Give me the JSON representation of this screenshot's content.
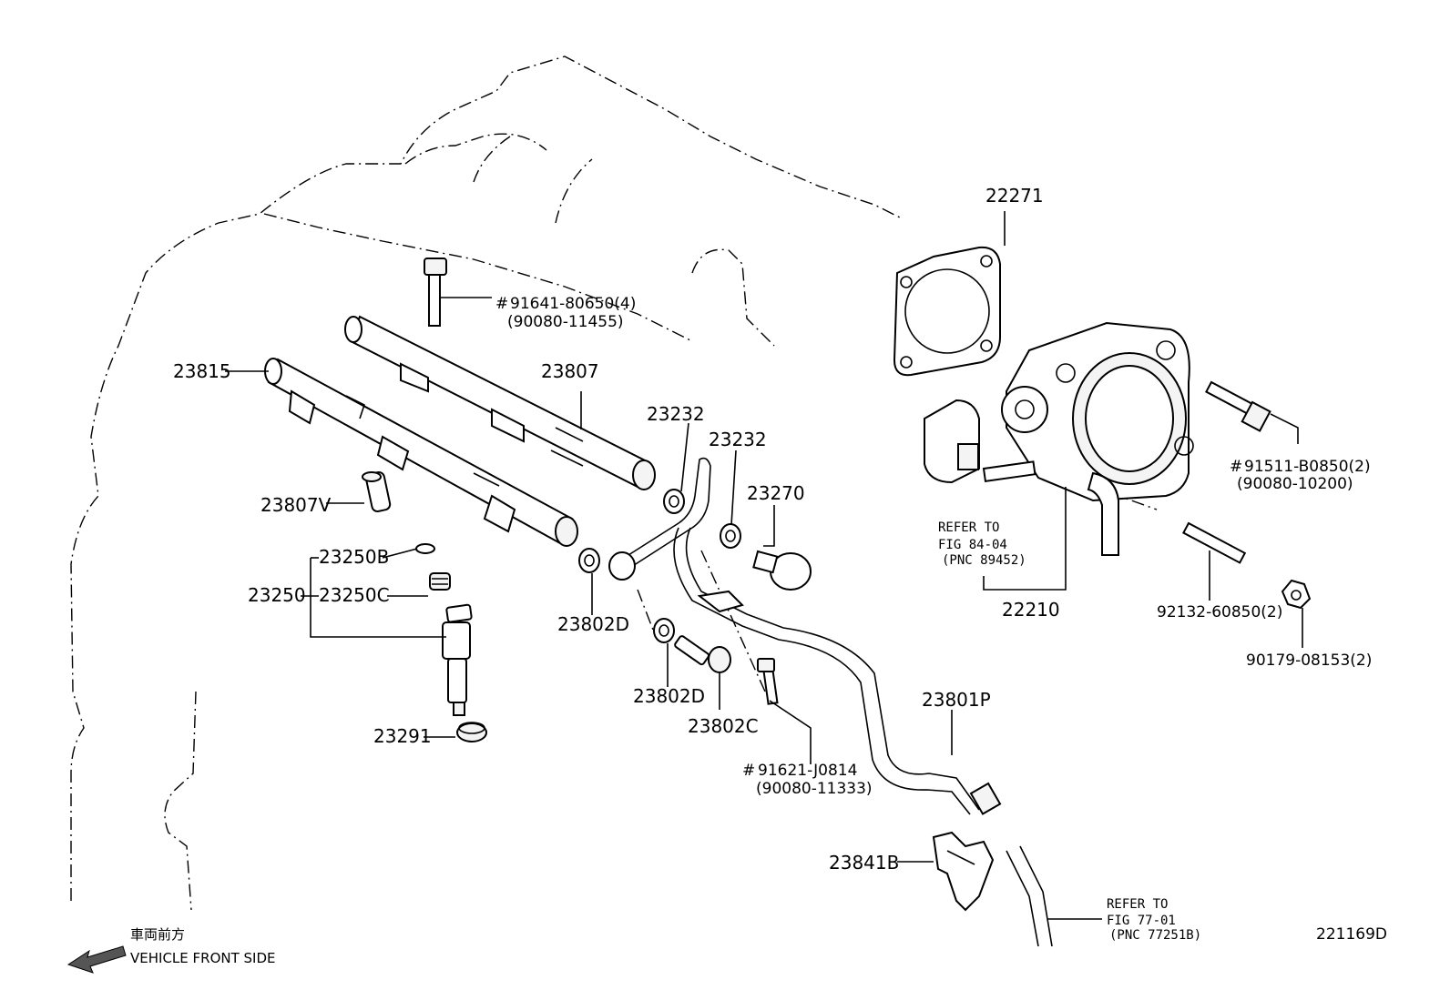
{
  "part_labels": {
    "p22271": "22271",
    "p91641": "91641-80650(4)",
    "p91641_alt": "(90080-11455)",
    "p23815": "23815",
    "p23807": "23807",
    "p23232a": "23232",
    "p23232b": "23232",
    "p23270": "23270",
    "p23807V": "23807V",
    "p23250B": "23250B",
    "p23250": "23250",
    "p23250C": "23250C",
    "p23802D_a": "23802D",
    "p23802D_b": "23802D",
    "p23802C": "23802C",
    "p23291": "23291",
    "p91621": "91621-J0814",
    "p91621_alt": "(90080-11333)",
    "p23801P": "23801P",
    "p23841B": "23841B",
    "p22210": "22210",
    "p91511": "91511-B0850(2)",
    "p91511_alt": "(90080-10200)",
    "p92132": "92132-60850(2)",
    "p90179": "90179-08153(2)",
    "hash": "#"
  },
  "refs": {
    "ref1_line1": "REFER TO",
    "ref1_line2": "FIG 84-04",
    "ref1_line3": "(PNC 89452)",
    "ref2_line1": "REFER TO",
    "ref2_line2": "FIG 77-01",
    "ref2_line3": "(PNC 77251B)"
  },
  "footer": {
    "front_jp": "車両前方",
    "front_en": "VEHICLE FRONT SIDE",
    "diagram_id": "221169D"
  }
}
